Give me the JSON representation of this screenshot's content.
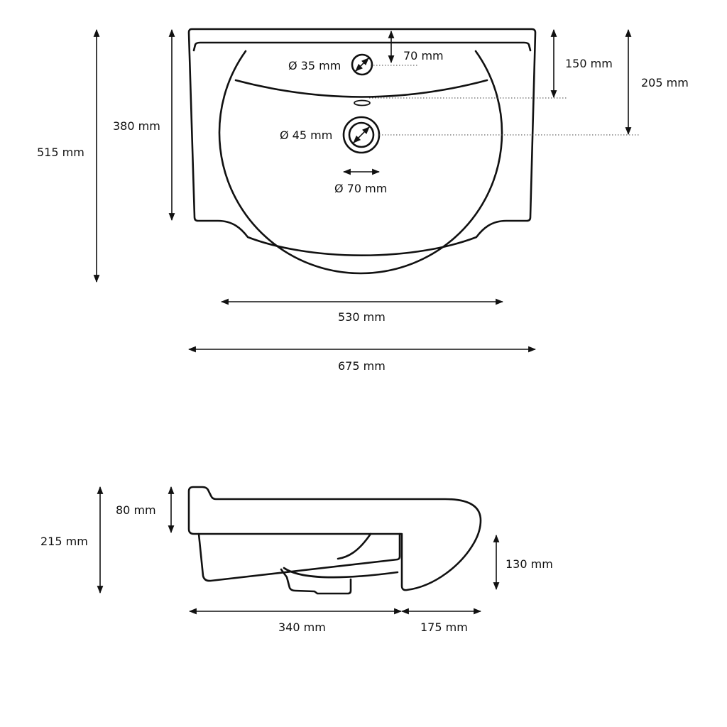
{
  "top_view": {
    "overall_height_label": "515 mm",
    "basin_height_label": "380 mm",
    "tap_hole_offset_label": "70 mm",
    "tap_hole_diameter_label": "Ø 35 mm",
    "overflow_offset_label": "150 mm",
    "drain_offset_label": "205 mm",
    "drain_diameter_label": "Ø 45 mm",
    "drain_surround_label": "Ø 70 mm",
    "bowl_width_label": "530 mm",
    "overall_width_label": "675 mm"
  },
  "side_view": {
    "rim_height_label": "80 mm",
    "overall_height_label": "215 mm",
    "front_height_label": "130 mm",
    "bowl_depth_label": "340 mm",
    "front_projection_label": "175 mm"
  }
}
